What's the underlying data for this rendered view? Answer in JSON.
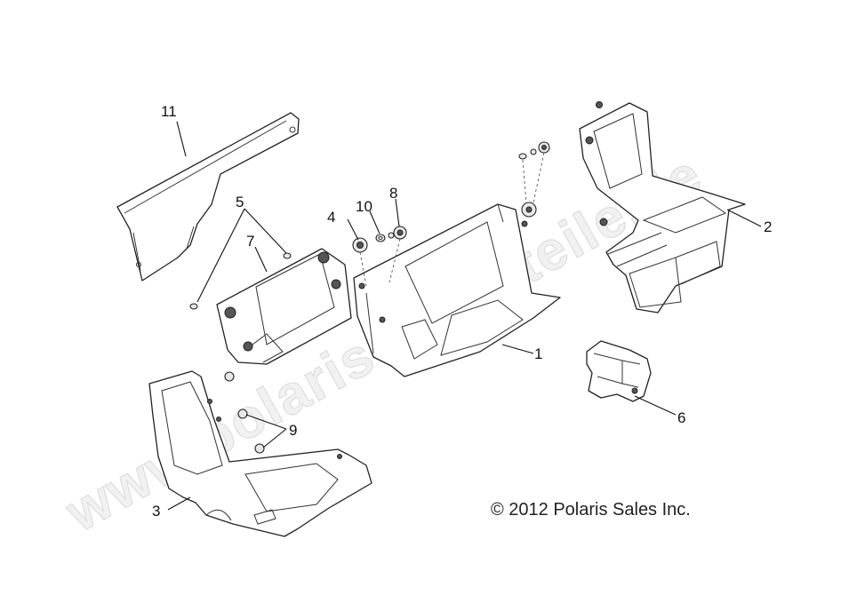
{
  "watermark": "www.polarisersatzteile.de",
  "copyright": "© 2012 Polaris Sales Inc.",
  "callouts": {
    "c1": "1",
    "c2": "2",
    "c3": "3",
    "c4": "4",
    "c5": "5",
    "c6": "6",
    "c7": "7",
    "c8": "8",
    "c9": "9",
    "c10": "10",
    "c11": "11"
  }
}
